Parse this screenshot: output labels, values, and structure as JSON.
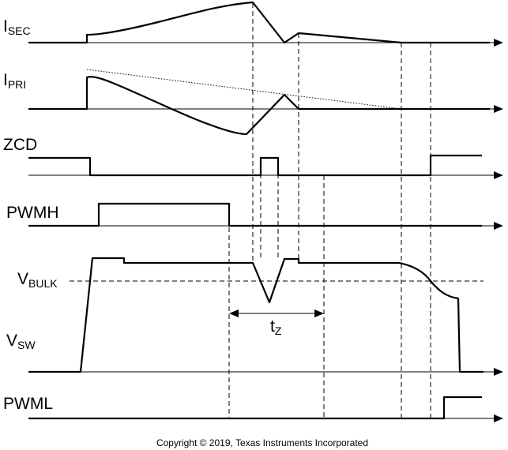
{
  "signals": {
    "isec": {
      "main": "I",
      "sub": "SEC"
    },
    "ipri": {
      "main": "I",
      "sub": "PRI"
    },
    "zcd": {
      "main": "ZCD"
    },
    "pwmh": {
      "main": "PWMH"
    },
    "vbulk": {
      "main": "V",
      "sub": "BULK"
    },
    "vsw": {
      "main": "V",
      "sub": "SW"
    },
    "pwml": {
      "main": "PWML"
    }
  },
  "interval": {
    "main": "t",
    "sub": "Z"
  },
  "footer": {
    "copyright": "Copyright © 2019, Texas Instruments Incorporated"
  }
}
